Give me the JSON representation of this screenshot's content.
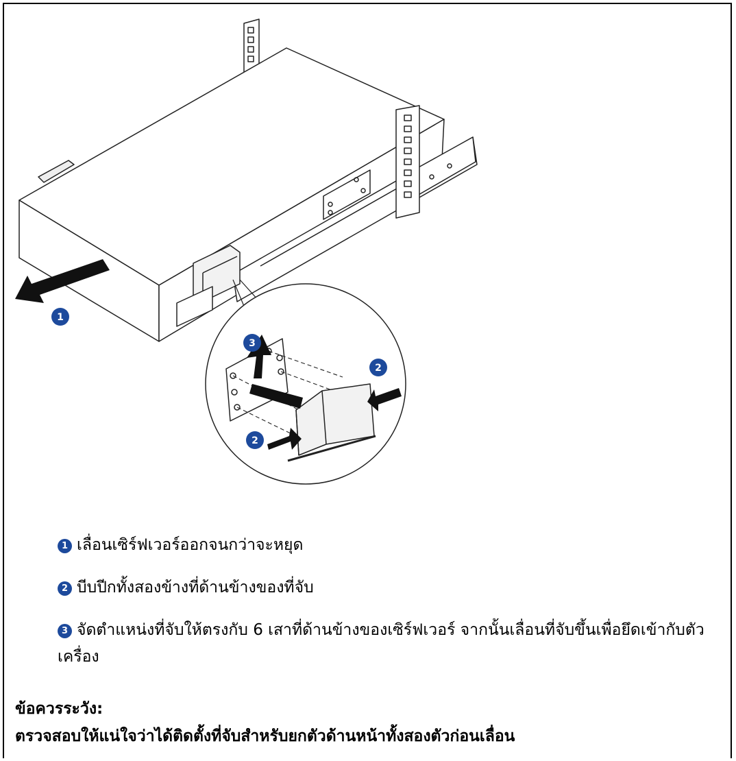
{
  "illustration": {
    "callouts": [
      "1",
      "2",
      "2",
      "3"
    ]
  },
  "steps": [
    {
      "number": "1",
      "text": "เลื่อนเซิร์ฟเวอร์ออกจนกว่าจะหยุด"
    },
    {
      "number": "2",
      "text": "บีบปีกทั้งสองข้างที่ด้านข้างของที่จับ"
    },
    {
      "number": "3",
      "text": "จัดตำแหน่งที่จับให้ตรงกับ 6 เสาที่ด้านข้างของเซิร์ฟเวอร์ จากนั้นเลื่อนที่จับขึ้นเพื่อยึดเข้ากับตัวเครื่อง"
    }
  ],
  "caution": {
    "title": "ข้อควรระวัง:",
    "text": "ตรวจสอบให้แน่ใจว่าได้ติดตั้งที่จับสำหรับยกตัวด้านหน้าทั้งสองตัวก่อนเลื่อน"
  },
  "colors": {
    "callout": "#1d4a9c",
    "arrow": "#111111",
    "chassis": "#ffffff"
  }
}
